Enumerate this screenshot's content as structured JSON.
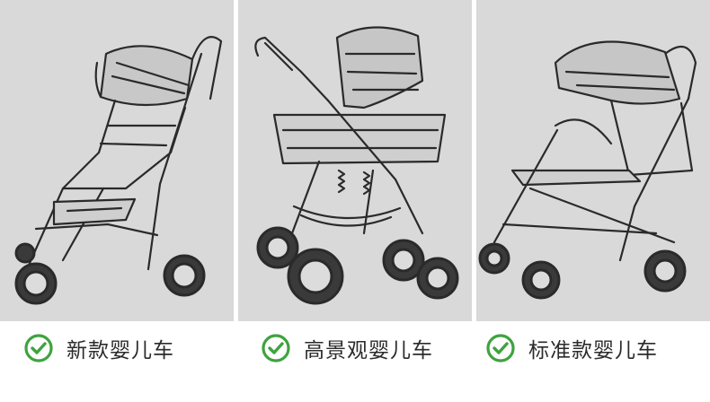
{
  "captions": [
    {
      "label": "新款婴儿车",
      "icon": "check-circle-icon"
    },
    {
      "label": "高景观婴儿车",
      "icon": "check-circle-icon"
    },
    {
      "label": "标准款婴儿车",
      "icon": "check-circle-icon"
    }
  ],
  "colors": {
    "panel_bg": "#d9d9d9",
    "check_green": "#3fa33f",
    "sketch": "#2a2a2a",
    "text": "#2b2b2b"
  }
}
